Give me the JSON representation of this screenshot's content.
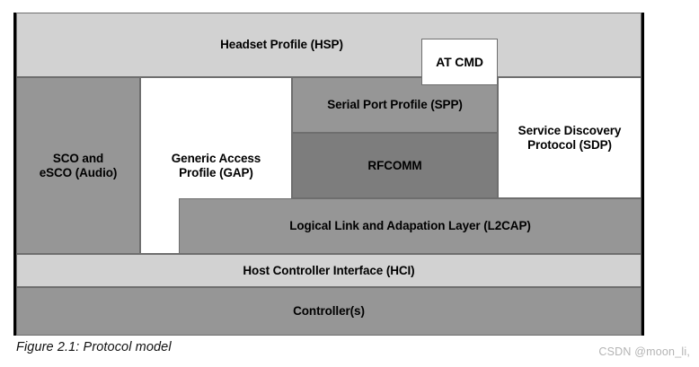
{
  "figure": {
    "caption": "Figure 2.1: Protocol model",
    "watermark": "CSDN @moon_li,",
    "colors": {
      "light_gray": "#d2d2d2",
      "medium_gray": "#969696",
      "dark_gray": "#7d7d7d",
      "white": "#ffffff",
      "border": "#6e6e6e",
      "frame": "#000000"
    },
    "blocks": {
      "hsp": "Headset Profile (HSP)",
      "at_cmd": "AT CMD",
      "sco": "SCO and\neSCO (Audio)",
      "gap": "Generic Access\nProfile (GAP)",
      "spp": "Serial Port Profile (SPP)",
      "rfcomm": "RFCOMM",
      "sdp": "Service Discovery\nProtocol (SDP)",
      "l2cap": "Logical Link and Adapation Layer (L2CAP)",
      "hci": "Host Controller Interface (HCI)",
      "controller": "Controller(s)"
    }
  }
}
